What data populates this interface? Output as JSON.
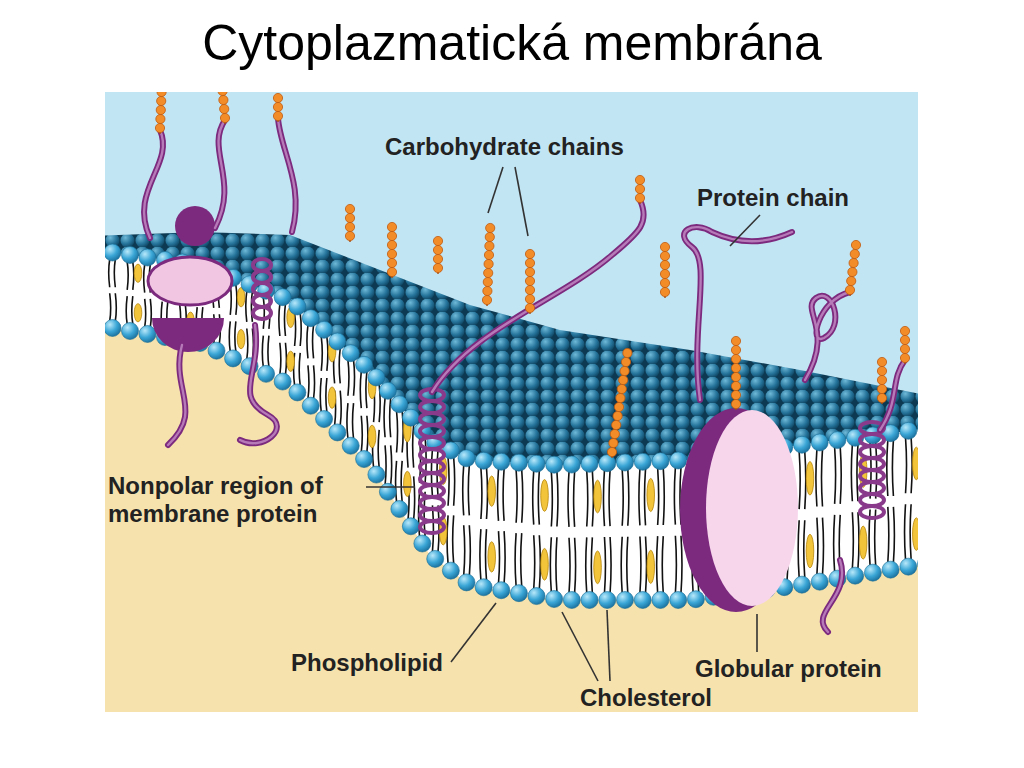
{
  "diagram": {
    "title": "Cytoplazmatická membrána",
    "labels": [
      "Carbohydrate chains",
      "Protein chain",
      "Nonpolar region of membrane protein",
      "Phospholipid",
      "Cholesterol",
      "Globular protein"
    ]
  }
}
